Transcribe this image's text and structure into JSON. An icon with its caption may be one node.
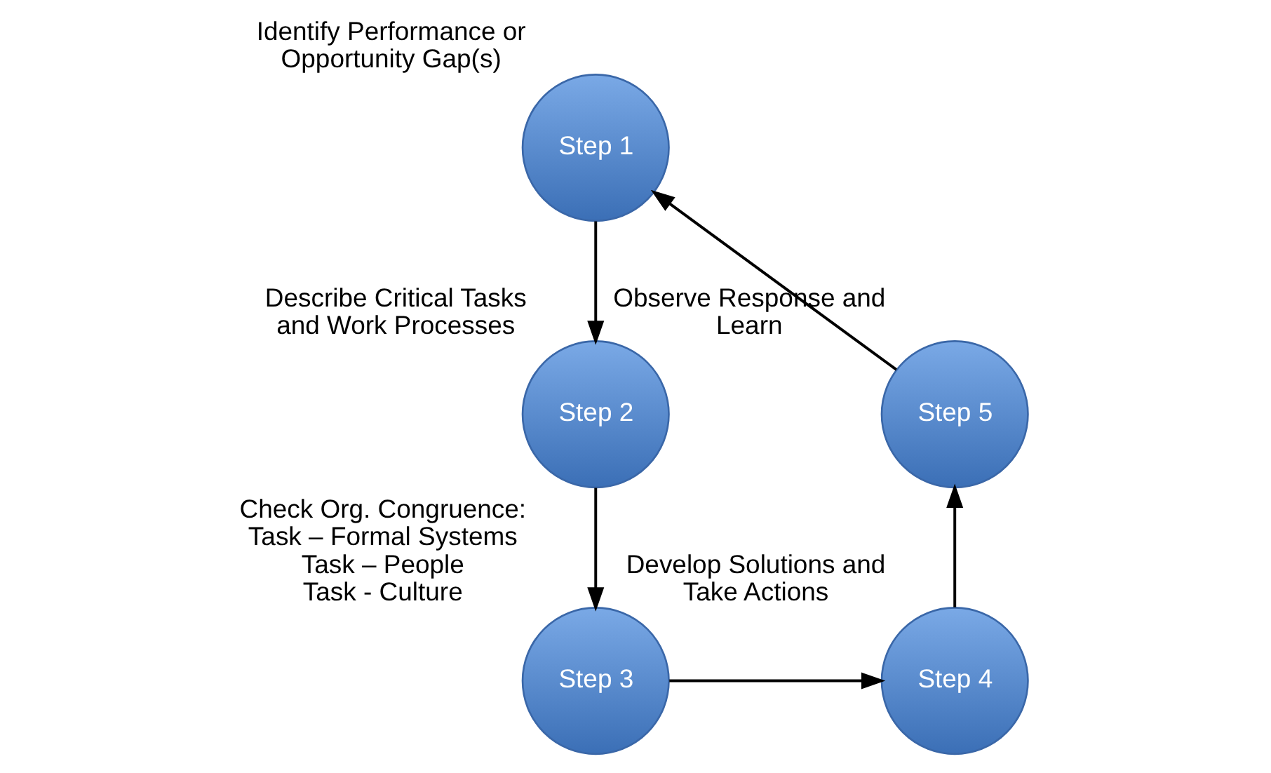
{
  "diagram": {
    "nodes": [
      {
        "text": [
          "Step 1"
        ],
        "beside": [
          "Identify Performance or Opportunity Gap(s)"
        ]
      },
      {
        "text": [
          "Step 2"
        ],
        "beside": [
          "Describe Critical Tasks and Work Processes"
        ]
      },
      {
        "text": [
          "Step 3"
        ],
        "beside": [
          "Check Org. Congruence:",
          "Task – Formal Systems",
          "Task – People",
          "Task - Culture"
        ]
      },
      {
        "text": [
          "Step 4"
        ],
        "beside": [
          "Develop Solutions and Take Actions"
        ]
      },
      {
        "text": [
          "Step 5"
        ],
        "beside": [
          "Observe Response and Learn"
        ]
      }
    ],
    "edges": [
      {
        "from": 0,
        "to": 1,
        "arrow": "to"
      },
      {
        "from": 1,
        "to": 2,
        "arrow": "to"
      },
      {
        "from": 2,
        "to": 3,
        "arrow": "to"
      },
      {
        "from": 3,
        "to": 4,
        "arrow": "to"
      },
      {
        "from": 4,
        "to": 0,
        "arrow": "to"
      }
    ]
  }
}
